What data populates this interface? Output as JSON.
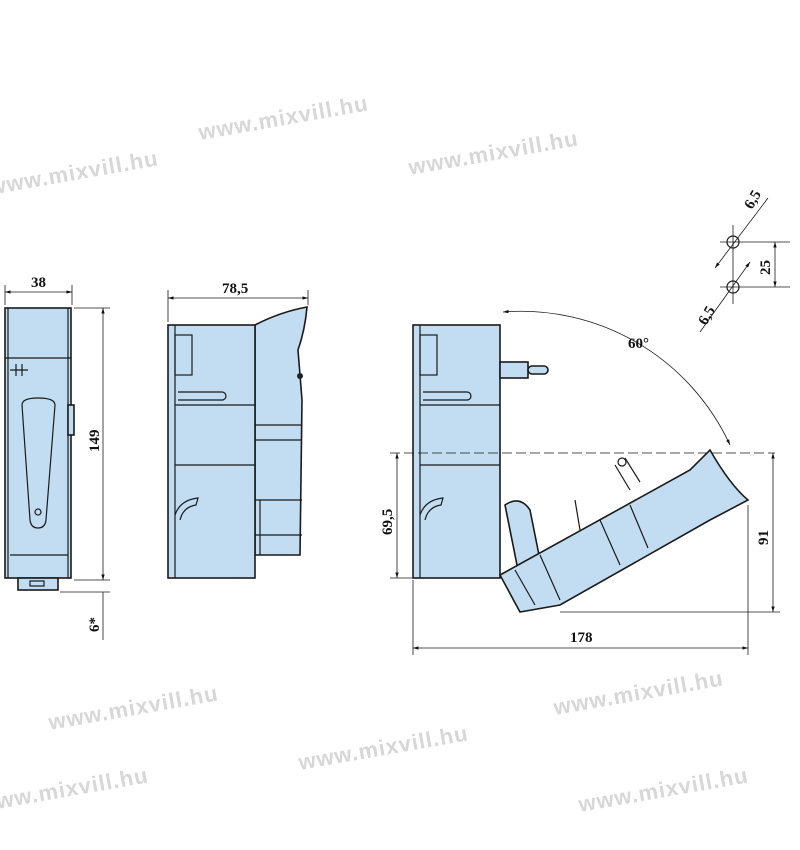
{
  "watermark": "www.mixvill.hu",
  "colors": {
    "body_fill": "#c2ddf1",
    "line": "#1a1a1a",
    "watermark": "#c9c9c9"
  },
  "dimensions": {
    "front_width": "38",
    "front_height": "149",
    "front_foot": "6*",
    "side_depth": "78,5",
    "open_height": "69,5",
    "open_total_height": "91",
    "open_total_length": "178",
    "open_angle": "60°",
    "hole_dia_top": "6,5",
    "hole_spacing": "25",
    "hole_dia_bottom": "6,5"
  }
}
